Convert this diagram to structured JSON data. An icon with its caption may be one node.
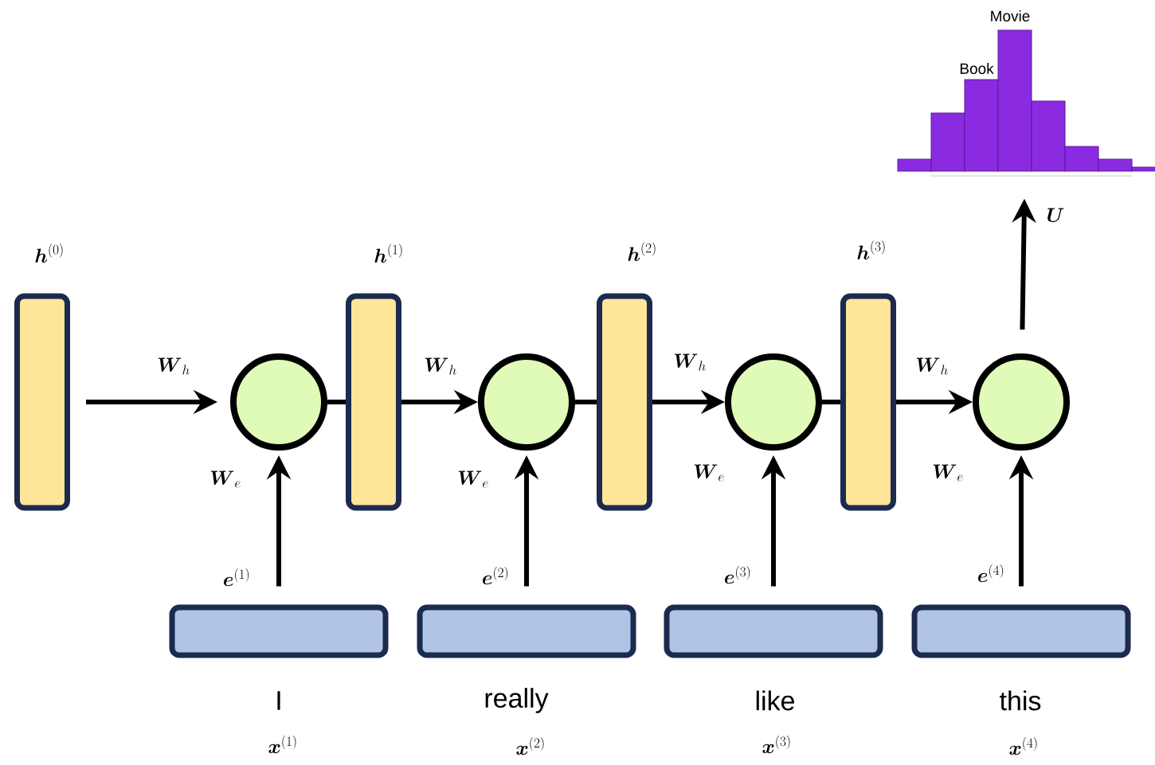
{
  "diagram": {
    "nodes": [
      {
        "text": [
          "\\boldsymbol{h}^{(0)}"
        ]
      },
      {
        "text": [],
        "shape": "circle"
      },
      {
        "text": [
          "\\boldsymbol{h}^{(1)}"
        ]
      },
      {
        "text": [],
        "shape": "circle"
      },
      {
        "text": [
          "\\boldsymbol{h}^{(2)}"
        ]
      },
      {
        "text": [],
        "shape": "circle"
      },
      {
        "text": [
          "\\boldsymbol{h}^{(3)}"
        ]
      },
      {
        "text": [],
        "shape": "circle"
      },
      {
        "text": [
          "I"
        ]
      },
      {
        "text": [
          "really"
        ]
      },
      {
        "text": [
          "like"
        ]
      },
      {
        "text": [
          "this"
        ]
      },
      {
        "text": [
          "Movie",
          "Book"
        ]
      }
    ],
    "edges": [
      {
        "from": 0,
        "to": 1,
        "arrow": "to",
        "label": "\\boldsymbol{W}_h"
      },
      {
        "from": 1,
        "to": 2,
        "arrow": "none"
      },
      {
        "from": 2,
        "to": 3,
        "arrow": "to",
        "label": "\\boldsymbol{W}_h"
      },
      {
        "from": 3,
        "to": 4,
        "arrow": "none"
      },
      {
        "from": 4,
        "to": 5,
        "arrow": "to",
        "label": "\\boldsymbol{W}_h"
      },
      {
        "from": 5,
        "to": 6,
        "arrow": "none"
      },
      {
        "from": 6,
        "to": 7,
        "arrow": "to",
        "label": "\\boldsymbol{W}_h"
      },
      {
        "from": 8,
        "to": 1,
        "arrow": "to",
        "label": "\\boldsymbol{e}^{(1)}"
      },
      {
        "from": 9,
        "to": 3,
        "arrow": "to",
        "label": "\\boldsymbol{e}^{(2)}"
      },
      {
        "from": 10,
        "to": 5,
        "arrow": "to",
        "label": "\\boldsymbol{e}^{(3)}"
      },
      {
        "from": 11,
        "to": 7,
        "arrow": "to",
        "label": "\\boldsymbol{e}^{(4)}"
      },
      {
        "from": 7,
        "to": 12,
        "arrow": "to",
        "label": "\\boldsymbol{U}"
      }
    ],
    "labels": [
      "\\boldsymbol{W}_e",
      "\\boldsymbol{W}_e",
      "\\boldsymbol{W}_e",
      "\\boldsymbol{W}_e",
      "\\boldsymbol{x}^{(1)}",
      "\\boldsymbol{x}^{(2)}",
      "\\boldsymbol{x}^{(3)}",
      "\\boldsymbol{x}^{(4)}"
    ]
  }
}
